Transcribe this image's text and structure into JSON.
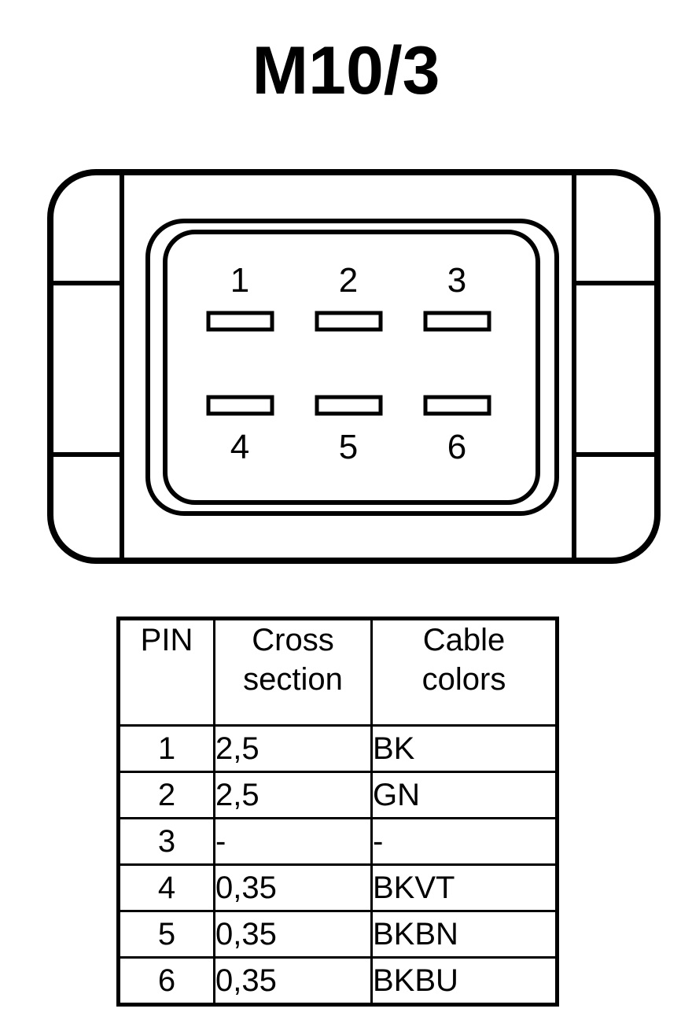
{
  "title": "M10/3",
  "connector": {
    "name": "6-way rectangular connector face view",
    "pin_labels_top": [
      "1",
      "2",
      "3"
    ],
    "pin_labels_bottom": [
      "4",
      "5",
      "6"
    ],
    "pin_count": 6
  },
  "table": {
    "headers": {
      "pin": "PIN",
      "cross_line1": "Cross",
      "cross_line2": "section",
      "colors_line1": "Cable",
      "colors_line2": "colors"
    },
    "rows": [
      {
        "pin": "1",
        "cross_section": "2,5",
        "cable_colors": "BK"
      },
      {
        "pin": "2",
        "cross_section": "2,5",
        "cable_colors": "GN"
      },
      {
        "pin": "3",
        "cross_section": "-",
        "cable_colors": "-"
      },
      {
        "pin": "4",
        "cross_section": "0,35",
        "cable_colors": "BKVT"
      },
      {
        "pin": "5",
        "cross_section": "0,35",
        "cable_colors": "BKBN"
      },
      {
        "pin": "6",
        "cross_section": "0,35",
        "cable_colors": "BKBU"
      }
    ]
  },
  "colors": {
    "line": "#000000",
    "background": "#ffffff"
  }
}
